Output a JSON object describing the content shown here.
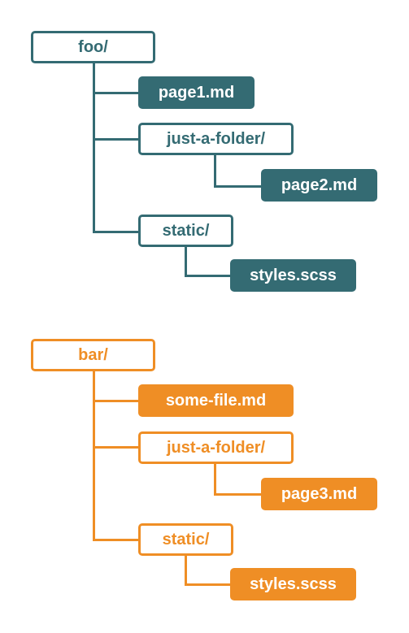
{
  "colors": {
    "foo_tree": "#346b73",
    "bar_tree": "#ef8e25"
  },
  "tree_foo": {
    "root": "foo/",
    "file_page1": "page1.md",
    "folder_just": "just-a-folder/",
    "file_page2": "page2.md",
    "folder_static": "static/",
    "file_styles": "styles.scss"
  },
  "tree_bar": {
    "root": "bar/",
    "file_some": "some-file.md",
    "folder_just": "just-a-folder/",
    "file_page3": "page3.md",
    "folder_static": "static/",
    "file_styles": "styles.scss"
  }
}
